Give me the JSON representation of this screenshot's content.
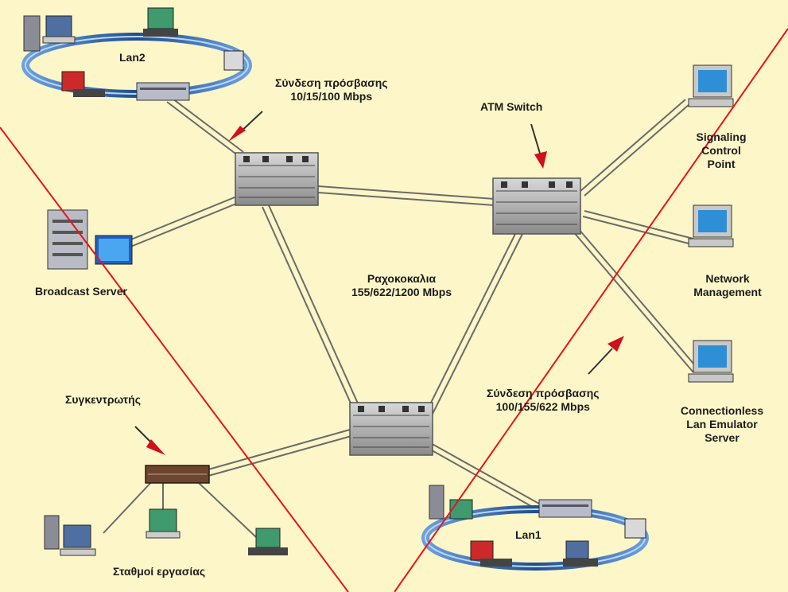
{
  "diagram": {
    "labels": {
      "lan2": "Lan2",
      "lan1": "Lan1",
      "access_link_top": [
        "Σύνδεση πρόσβασης",
        "10/15/100 Mbps"
      ],
      "atm_switch": "ATM Switch",
      "signaling": [
        "Signaling",
        "Control",
        "Point"
      ],
      "broadcast_server": "Broadcast Server",
      "backbone": [
        "Ραχοκοκαλια",
        "155/622/1200 Mbps"
      ],
      "network_management": [
        "Network",
        "Management"
      ],
      "access_link_bottom": [
        "Σύνδεση πρόσβασης",
        "100/155/622 Mbps"
      ],
      "concentrator": "Συγκεντρωτής",
      "connectionless": [
        "Connectionless",
        "Lan Emulator",
        "Server"
      ],
      "workstations": "Σταθμοί εργασίας"
    },
    "colors": {
      "background": "#fdf6c8",
      "cross_lines": "#e8141c",
      "arrow": "#d0101a",
      "ring": "#3a6fb0",
      "link": "#6b6b6b"
    }
  }
}
